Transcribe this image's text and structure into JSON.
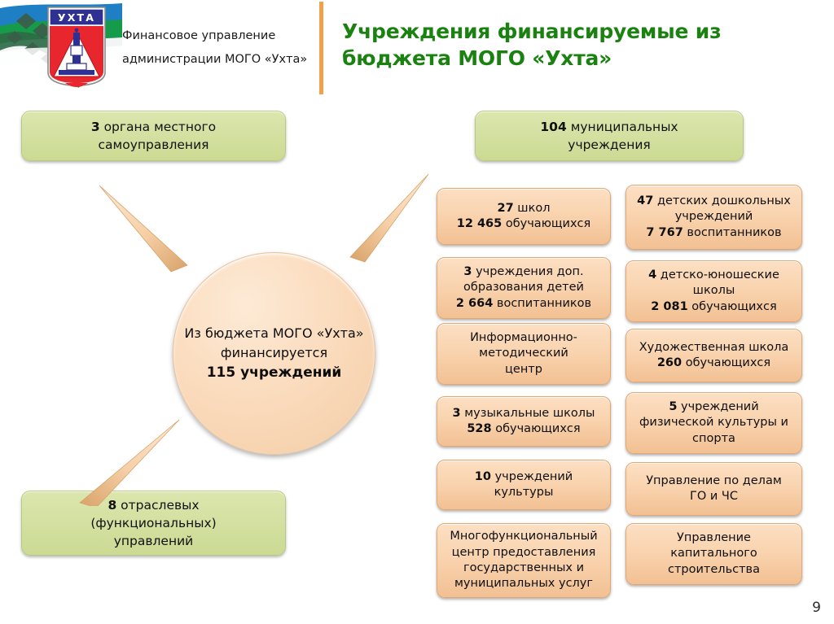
{
  "header": {
    "logo_name": "ukhta-coat-of-arms",
    "logo_banner_text": "УХТА",
    "org_line1": "Финансовое управление",
    "org_line2": "администрации МОГО «Ухта»",
    "title_line1": "Учреждения финансируемые из",
    "title_line2": "бюджета МОГО «Ухта»",
    "title_color": "#1b8212",
    "divider_color": "#f0a14a"
  },
  "green_boxes": {
    "local_gov": {
      "number": "3",
      "text": "органа местного",
      "line2": "самоуправления"
    },
    "municipal": {
      "number": "104",
      "text": "муниципальных",
      "line2": "учреждения"
    },
    "branch": {
      "number": "8",
      "text": "отраслевых",
      "line2": "(функциональных)",
      "line3": "управлений"
    }
  },
  "center_circle": {
    "line1": "Из бюджета МОГО «Ухта»",
    "line2": "финансируется",
    "line3": "115 учреждений",
    "fill_color": "#fbdcbe"
  },
  "orange_boxes": {
    "left_column": [
      {
        "l1": "27 школ",
        "l2": "12 465 обучающихся",
        "l3": "",
        "l4": ""
      },
      {
        "l1": "3 учреждения доп.",
        "l2": "образования детей",
        "l3": "2 664  воспитанников",
        "l4": ""
      },
      {
        "l1": "Информационно-",
        "l2": "методический",
        "l3": "центр",
        "l4": ""
      },
      {
        "l1": "3 музыкальные школы",
        "l2": "528 обучающихся",
        "l3": "",
        "l4": ""
      },
      {
        "l1": "10 учреждений",
        "l2": "культуры",
        "l3": "",
        "l4": ""
      },
      {
        "l1": "Многофункциональный",
        "l2": "центр предоставления",
        "l3": "государственных и",
        "l4": "муниципальных услуг"
      }
    ],
    "right_column": [
      {
        "l1": "47 детских дошкольных",
        "l2": "учреждений",
        "l3": "7 767 воспитанников",
        "l4": ""
      },
      {
        "l1": "4 детско-юношеские",
        "l2": "школы",
        "l3": "2 081 обучающихся",
        "l4": ""
      },
      {
        "l1": "Художественная школа",
        "l2": "260 обучающихся",
        "l3": "",
        "l4": ""
      },
      {
        "l1": "5 учреждений",
        "l2": "физической культуры и",
        "l3": "спорта",
        "l4": ""
      },
      {
        "l1": "Управление по делам",
        "l2": "ГО и ЧС",
        "l3": "",
        "l4": ""
      },
      {
        "l1": "Управление",
        "l2": "капитального",
        "l3": "строительства",
        "l4": ""
      }
    ]
  },
  "footer": {
    "page_number": "9"
  }
}
